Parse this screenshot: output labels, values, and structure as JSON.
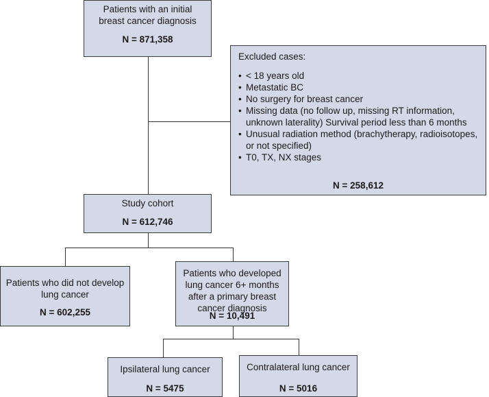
{
  "boxes": {
    "initial": {
      "text": "Patients with an initial breast cancer diagnosis",
      "n": "N = 871,358"
    },
    "excluded": {
      "title": "Excluded cases:",
      "items": [
        "< 18 years old",
        "Metastatic BC",
        "No surgery for breast cancer",
        "Missing data (no follow up, missing RT information, unknown laterality) Survival period less than 6 months",
        "Unusual radiation method (brachytherapy, radioisotopes, or not specified)",
        "T0, TX, NX stages"
      ],
      "n": "N = 258,612"
    },
    "cohort": {
      "text": "Study cohort",
      "n": "N = 612,746"
    },
    "no_lung": {
      "text": "Patients who did not develop lung cancer",
      "n": "N = 602,255"
    },
    "lung": {
      "text": "Patients who developed lung cancer 6+ months after a primary breast cancer diagnosis",
      "n": "N = 10,491"
    },
    "ipsilateral": {
      "text": "Ipsilateral lung cancer",
      "n": "N = 5475"
    },
    "contralateral": {
      "text": "Contralateral lung cancer",
      "n": "N = 5016"
    }
  }
}
